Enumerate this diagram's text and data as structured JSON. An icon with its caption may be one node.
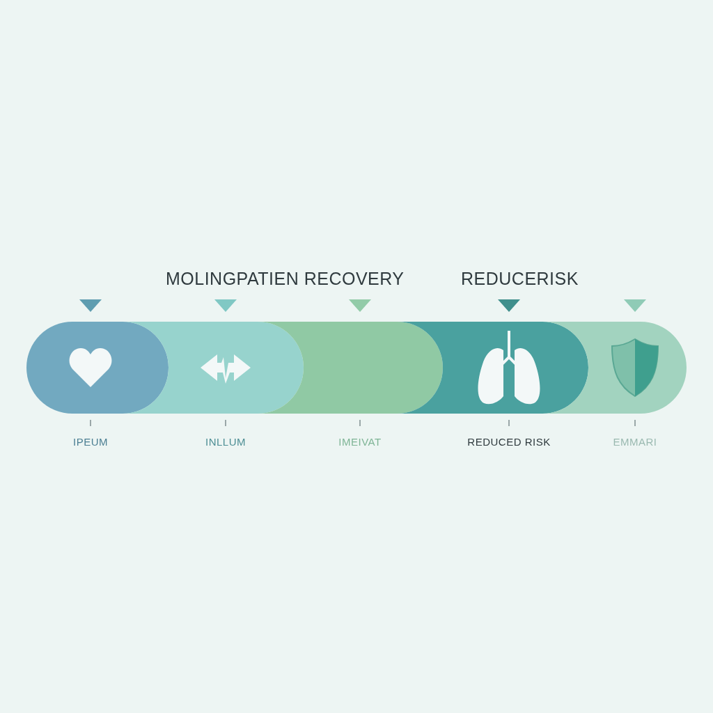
{
  "diagram": {
    "nodes": [
      {
        "text": [],
        "shape": "bar",
        "beside": [
          "IPEUM"
        ]
      },
      {
        "text": [],
        "shape": "bar",
        "beside": [
          "INLLUM"
        ]
      },
      {
        "text": [],
        "shape": "bar",
        "beside": [
          "IMEIVAT"
        ]
      },
      {
        "text": [],
        "shape": "bar",
        "beside": [
          "REDUCED RISK"
        ]
      },
      {
        "text": [],
        "shape": "bar",
        "beside": [
          "EMMARI"
        ]
      }
    ],
    "labels": [
      "MOLINGPATIEN RECOVERY",
      "REDUCERISK"
    ]
  }
}
